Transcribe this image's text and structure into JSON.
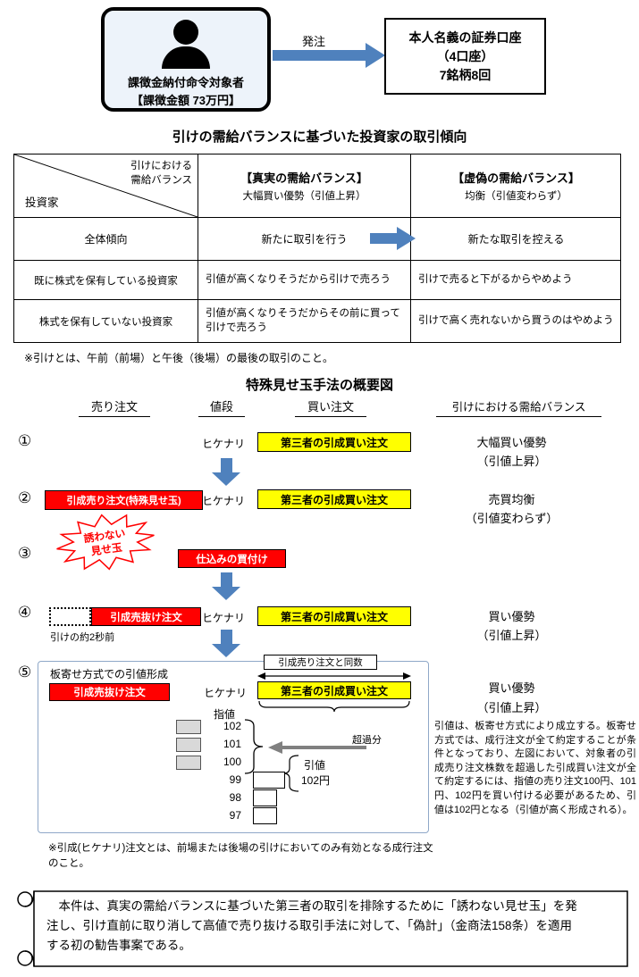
{
  "header": {
    "subject_line1": "課徴金納付命令対象者",
    "subject_line2": "【課徴金額 73万円】",
    "order_label": "発注",
    "account_line1": "本人名義の証券口座",
    "account_line2": "（4口座）",
    "account_line3": "7銘柄8回"
  },
  "table": {
    "title": "引けの需給バランスに基づいた投資家の取引傾向",
    "corner_top1": "引けにおける",
    "corner_top2": "需給バランス",
    "corner_bottom": "投資家",
    "true_heading": "【真実の需給バランス】",
    "true_sub": "大幅買い優勢（引値上昇）",
    "false_heading": "【虚偽の需給バランス】",
    "false_sub": "均衡（引値変わらず）",
    "row1_label": "全体傾向",
    "row1_true": "新たに取引を行う",
    "row1_false": "新たな取引を控える",
    "row2_label": "既に株式を保有している投資家",
    "row2_true": "引値が高くなりそうだから引けで売ろう",
    "row2_false": "引けで売ると下がるからやめよう",
    "row3_label": "株式を保有していない投資家",
    "row3_true": "引値が高くなりそうだからその前に買って引けで売ろう",
    "row3_false": "引けで高く売れないから買うのはやめよう",
    "footnote": "※引けとは、午前（前場）と午後（後場）の最後の取引のこと。"
  },
  "diagram": {
    "title": "特殊見せ玉手法の概要図",
    "header_sell": "売り注文",
    "header_price": "値段",
    "header_buy": "買い注文",
    "header_balance": "引けにおける需給バランス",
    "step1": {
      "num": "①",
      "price": "ヒケナリ",
      "buy": "第三者の引成買い注文",
      "balance_main": "大幅買い優勢",
      "balance_sub": "（引値上昇）"
    },
    "step2": {
      "num": "②",
      "sell": "引成売り注文(特殊見せ玉)",
      "price": "ヒケナリ",
      "buy": "第三者の引成買い注文",
      "balance_main": "売買均衡",
      "balance_sub": "（引値変わらず）",
      "star_line1": "誘わない",
      "star_line2": "見せ玉"
    },
    "step3": {
      "num": "③",
      "action": "仕込みの買付け"
    },
    "step4": {
      "num": "④",
      "sell": "引成売抜け注文",
      "timing": "引けの約2秒前",
      "price": "ヒケナリ",
      "buy": "第三者の引成買い注文",
      "balance_main": "買い優勢",
      "balance_sub": "（引値上昇）"
    },
    "step5": {
      "num": "⑤",
      "box_title": "板寄せ方式での引値形成",
      "same_qty": "引成売り注文と同数",
      "sell": "引成売抜け注文",
      "price": "ヒケナリ",
      "buy": "第三者の引成買い注文",
      "limit_label": "指値",
      "prices": [
        "102",
        "101",
        "100",
        "99",
        "98",
        "97"
      ],
      "excess": "超過分",
      "close_line1": "引値",
      "close_line2": "102円",
      "balance_main": "買い優勢",
      "balance_sub": "（引値上昇）",
      "explanation": "引値は、板寄せ方式により成立する。板寄せ方式では、成行注文が全て約定することが条件となっており、左図において、対象者の引成売り注文株数を超過した引成買い注文が全て約定するには、指値の売り注文100円、101円、102円を買い付ける必要があるため、引値は102円となる（引値が高く形成される）。"
    },
    "footnote": "※引成(ヒケナリ)注文とは、前場または後場の引けにおいてのみ有効となる成行注文のこと。"
  },
  "conclusion": {
    "text": "　本件は、真実の需給バランスに基づいた第三者の取引を排除するために「誘わない見せ玉」を発注し、引け直前に取り消して高値で売り抜ける取引手法に対して、「偽計」（金商法158条）を適用する初の勧告事案である。"
  },
  "colors": {
    "accent_blue": "#4F81BD",
    "highlight_yellow": "#FFFF00",
    "alert_red": "#FF0000",
    "box_gray": "#D9D9D9"
  }
}
